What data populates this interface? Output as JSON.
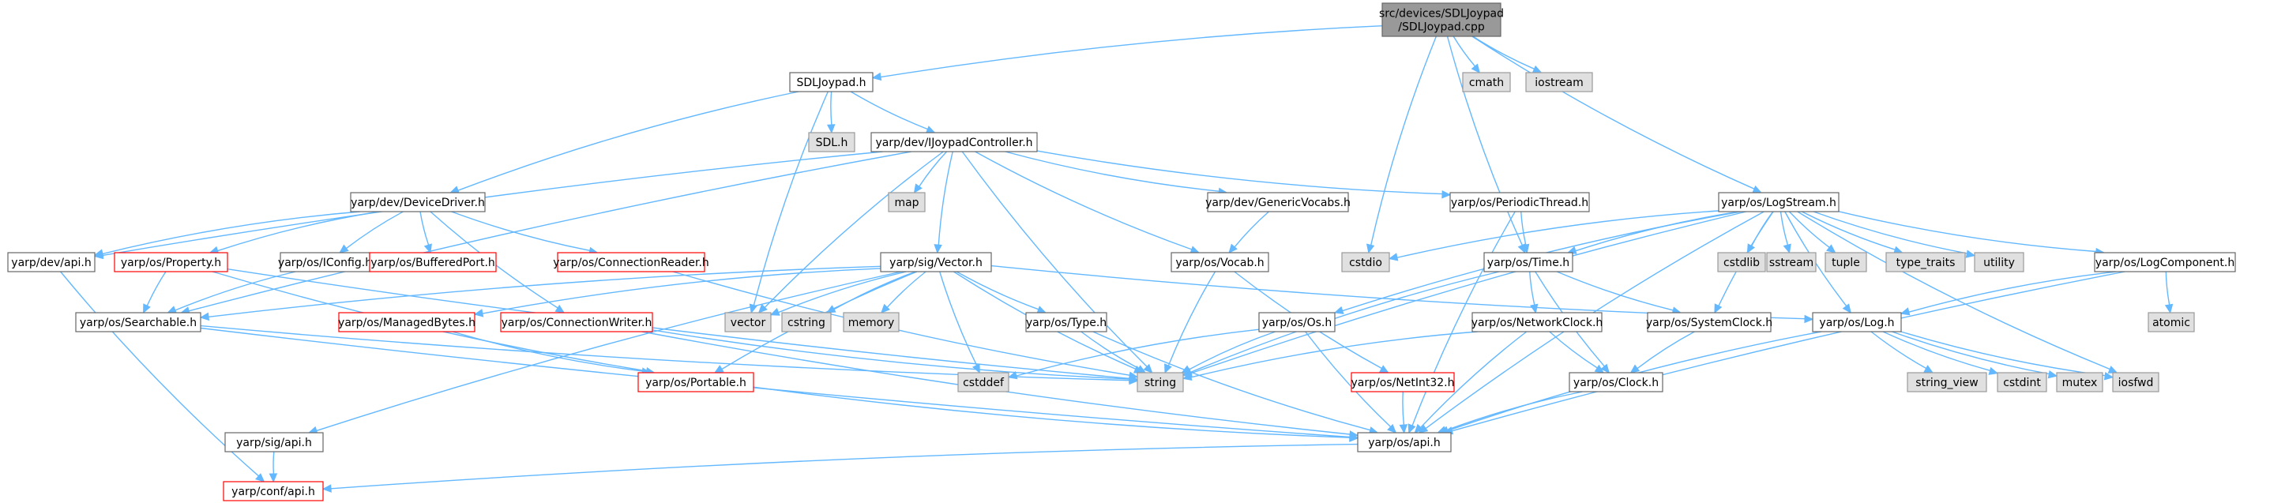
{
  "colors": {
    "edge": "#63b8ff",
    "root_fill": "#999999",
    "root_stroke": "#666666",
    "doc_fill": "#ffffff",
    "doc_stroke": "#666666",
    "missing_fill": "#ffffff",
    "missing_stroke": "#ff0000",
    "system_fill": "#e0e0e0",
    "system_stroke": "#999999"
  },
  "nodes": [
    {
      "id": "root",
      "kind": "root",
      "lines": [
        "src/devices/SDLJoypad",
        "/SDLJoypad.cpp"
      ]
    },
    {
      "id": "sdljoypad_h",
      "kind": "doc",
      "lines": [
        "SDLJoypad.h"
      ]
    },
    {
      "id": "cmath",
      "kind": "system",
      "lines": [
        "cmath"
      ]
    },
    {
      "id": "iostream",
      "kind": "system",
      "lines": [
        "iostream"
      ]
    },
    {
      "id": "sdl_h",
      "kind": "system",
      "lines": [
        "SDL.h"
      ]
    },
    {
      "id": "ijoypad",
      "kind": "doc",
      "lines": [
        "yarp/dev/IJoypadController.h"
      ]
    },
    {
      "id": "map",
      "kind": "system",
      "lines": [
        "map"
      ]
    },
    {
      "id": "devicedriver",
      "kind": "doc",
      "lines": [
        "yarp/dev/DeviceDriver.h"
      ]
    },
    {
      "id": "genericvocabs",
      "kind": "doc",
      "lines": [
        "yarp/dev/GenericVocabs.h"
      ]
    },
    {
      "id": "periodicthread",
      "kind": "doc",
      "lines": [
        "yarp/os/PeriodicThread.h"
      ]
    },
    {
      "id": "logstream",
      "kind": "doc",
      "lines": [
        "yarp/os/LogStream.h"
      ]
    },
    {
      "id": "dev_api",
      "kind": "doc",
      "lines": [
        "yarp/dev/api.h"
      ]
    },
    {
      "id": "property",
      "kind": "missing",
      "lines": [
        "yarp/os/Property.h"
      ]
    },
    {
      "id": "iconfig",
      "kind": "doc",
      "lines": [
        "yarp/os/IConfig.h"
      ]
    },
    {
      "id": "bufferedport",
      "kind": "missing",
      "lines": [
        "yarp/os/BufferedPort.h"
      ]
    },
    {
      "id": "connreader",
      "kind": "missing",
      "lines": [
        "yarp/os/ConnectionReader.h"
      ]
    },
    {
      "id": "sigvector",
      "kind": "doc",
      "lines": [
        "yarp/sig/Vector.h"
      ]
    },
    {
      "id": "vocab",
      "kind": "doc",
      "lines": [
        "yarp/os/Vocab.h"
      ]
    },
    {
      "id": "cstdio",
      "kind": "system",
      "lines": [
        "cstdio"
      ]
    },
    {
      "id": "time",
      "kind": "doc",
      "lines": [
        "yarp/os/Time.h"
      ]
    },
    {
      "id": "cstdlib",
      "kind": "system",
      "lines": [
        "cstdlib"
      ]
    },
    {
      "id": "sstream",
      "kind": "system",
      "lines": [
        "sstream"
      ]
    },
    {
      "id": "tuple",
      "kind": "system",
      "lines": [
        "tuple"
      ]
    },
    {
      "id": "type_traits",
      "kind": "system",
      "lines": [
        "type_traits"
      ]
    },
    {
      "id": "utility",
      "kind": "system",
      "lines": [
        "utility"
      ]
    },
    {
      "id": "logcomponent",
      "kind": "doc",
      "lines": [
        "yarp/os/LogComponent.h"
      ]
    },
    {
      "id": "searchable",
      "kind": "doc",
      "lines": [
        "yarp/os/Searchable.h"
      ]
    },
    {
      "id": "managedbytes",
      "kind": "missing",
      "lines": [
        "yarp/os/ManagedBytes.h"
      ]
    },
    {
      "id": "connwriter",
      "kind": "missing",
      "lines": [
        "yarp/os/ConnectionWriter.h"
      ]
    },
    {
      "id": "vector",
      "kind": "system",
      "lines": [
        "vector"
      ]
    },
    {
      "id": "cstring",
      "kind": "system",
      "lines": [
        "cstring"
      ]
    },
    {
      "id": "memory",
      "kind": "system",
      "lines": [
        "memory"
      ]
    },
    {
      "id": "type",
      "kind": "doc",
      "lines": [
        "yarp/os/Type.h"
      ]
    },
    {
      "id": "os_h",
      "kind": "doc",
      "lines": [
        "yarp/os/Os.h"
      ]
    },
    {
      "id": "networkclock",
      "kind": "doc",
      "lines": [
        "yarp/os/NetworkClock.h"
      ]
    },
    {
      "id": "systemclock",
      "kind": "doc",
      "lines": [
        "yarp/os/SystemClock.h"
      ]
    },
    {
      "id": "log",
      "kind": "doc",
      "lines": [
        "yarp/os/Log.h"
      ]
    },
    {
      "id": "atomic",
      "kind": "system",
      "lines": [
        "atomic"
      ]
    },
    {
      "id": "portable",
      "kind": "missing",
      "lines": [
        "yarp/os/Portable.h"
      ]
    },
    {
      "id": "cstddef",
      "kind": "system",
      "lines": [
        "cstddef"
      ]
    },
    {
      "id": "string",
      "kind": "system",
      "lines": [
        "string"
      ]
    },
    {
      "id": "netint32",
      "kind": "missing",
      "lines": [
        "yarp/os/NetInt32.h"
      ]
    },
    {
      "id": "clock",
      "kind": "doc",
      "lines": [
        "yarp/os/Clock.h"
      ]
    },
    {
      "id": "string_view",
      "kind": "system",
      "lines": [
        "string_view"
      ]
    },
    {
      "id": "cstdint",
      "kind": "system",
      "lines": [
        "cstdint"
      ]
    },
    {
      "id": "mutex",
      "kind": "system",
      "lines": [
        "mutex"
      ]
    },
    {
      "id": "iosfwd",
      "kind": "system",
      "lines": [
        "iosfwd"
      ]
    },
    {
      "id": "sig_api",
      "kind": "doc",
      "lines": [
        "yarp/sig/api.h"
      ]
    },
    {
      "id": "os_api",
      "kind": "doc",
      "lines": [
        "yarp/os/api.h"
      ]
    },
    {
      "id": "conf_api",
      "kind": "missing",
      "lines": [
        "yarp/conf/api.h"
      ]
    }
  ],
  "edges": [
    [
      "root",
      "sdljoypad_h"
    ],
    [
      "root",
      "cmath"
    ],
    [
      "root",
      "iostream"
    ],
    [
      "root",
      "cstdio"
    ],
    [
      "root",
      "time"
    ],
    [
      "root",
      "logstream"
    ],
    [
      "sdljoypad_h",
      "sdl_h"
    ],
    [
      "sdljoypad_h",
      "ijoypad"
    ],
    [
      "sdljoypad_h",
      "devicedriver"
    ],
    [
      "sdljoypad_h",
      "vector"
    ],
    [
      "ijoypad",
      "map"
    ],
    [
      "ijoypad",
      "genericvocabs"
    ],
    [
      "ijoypad",
      "periodicthread"
    ],
    [
      "ijoypad",
      "dev_api"
    ],
    [
      "ijoypad",
      "sigvector"
    ],
    [
      "ijoypad",
      "vocab"
    ],
    [
      "ijoypad",
      "searchable"
    ],
    [
      "ijoypad",
      "vector"
    ],
    [
      "ijoypad",
      "string"
    ],
    [
      "devicedriver",
      "dev_api"
    ],
    [
      "devicedriver",
      "property"
    ],
    [
      "devicedriver",
      "iconfig"
    ],
    [
      "devicedriver",
      "bufferedport"
    ],
    [
      "devicedriver",
      "connreader"
    ],
    [
      "devicedriver",
      "connwriter"
    ],
    [
      "genericvocabs",
      "vocab"
    ],
    [
      "periodicthread",
      "time"
    ],
    [
      "periodicthread",
      "os_api"
    ],
    [
      "logstream",
      "cstdio"
    ],
    [
      "logstream",
      "time"
    ],
    [
      "logstream",
      "cstdlib"
    ],
    [
      "logstream",
      "sstream"
    ],
    [
      "logstream",
      "tuple"
    ],
    [
      "logstream",
      "type_traits"
    ],
    [
      "logstream",
      "utility"
    ],
    [
      "logstream",
      "logcomponent"
    ],
    [
      "logstream",
      "log"
    ],
    [
      "logstream",
      "os_h"
    ],
    [
      "logstream",
      "systemclock"
    ],
    [
      "logstream",
      "string"
    ],
    [
      "logstream",
      "iosfwd"
    ],
    [
      "logstream",
      "os_api"
    ],
    [
      "dev_api",
      "conf_api"
    ],
    [
      "property",
      "searchable"
    ],
    [
      "property",
      "portable"
    ],
    [
      "property",
      "string"
    ],
    [
      "iconfig",
      "searchable"
    ],
    [
      "connreader",
      "string"
    ],
    [
      "sigvector",
      "managedbytes"
    ],
    [
      "sigvector",
      "searchable"
    ],
    [
      "sigvector",
      "vector"
    ],
    [
      "sigvector",
      "cstring"
    ],
    [
      "sigvector",
      "memory"
    ],
    [
      "sigvector",
      "type"
    ],
    [
      "sigvector",
      "cstddef"
    ],
    [
      "sigvector",
      "string"
    ],
    [
      "sigvector",
      "portable"
    ],
    [
      "sigvector",
      "log"
    ],
    [
      "sigvector",
      "sig_api"
    ],
    [
      "vocab",
      "string"
    ],
    [
      "vocab",
      "netint32"
    ],
    [
      "time",
      "networkclock"
    ],
    [
      "time",
      "systemclock"
    ],
    [
      "time",
      "clock"
    ],
    [
      "time",
      "string"
    ],
    [
      "logcomponent",
      "log"
    ],
    [
      "logcomponent",
      "atomic"
    ],
    [
      "logcomponent",
      "os_api"
    ],
    [
      "searchable",
      "string"
    ],
    [
      "searchable",
      "os_api"
    ],
    [
      "managedbytes",
      "portable"
    ],
    [
      "connwriter",
      "string"
    ],
    [
      "connwriter",
      "os_api"
    ],
    [
      "type",
      "string"
    ],
    [
      "type",
      "os_api"
    ],
    [
      "os_h",
      "cstddef"
    ],
    [
      "os_h",
      "string"
    ],
    [
      "os_h",
      "os_api"
    ],
    [
      "networkclock",
      "clock"
    ],
    [
      "networkclock",
      "string"
    ],
    [
      "networkclock",
      "os_api"
    ],
    [
      "systemclock",
      "clock"
    ],
    [
      "log",
      "string_view"
    ],
    [
      "log",
      "cstdint"
    ],
    [
      "log",
      "mutex"
    ],
    [
      "log",
      "iosfwd"
    ],
    [
      "log",
      "os_api"
    ],
    [
      "portable",
      "os_api"
    ],
    [
      "netint32",
      "os_api"
    ],
    [
      "clock",
      "os_api"
    ],
    [
      "sig_api",
      "conf_api"
    ],
    [
      "os_api",
      "conf_api"
    ]
  ]
}
